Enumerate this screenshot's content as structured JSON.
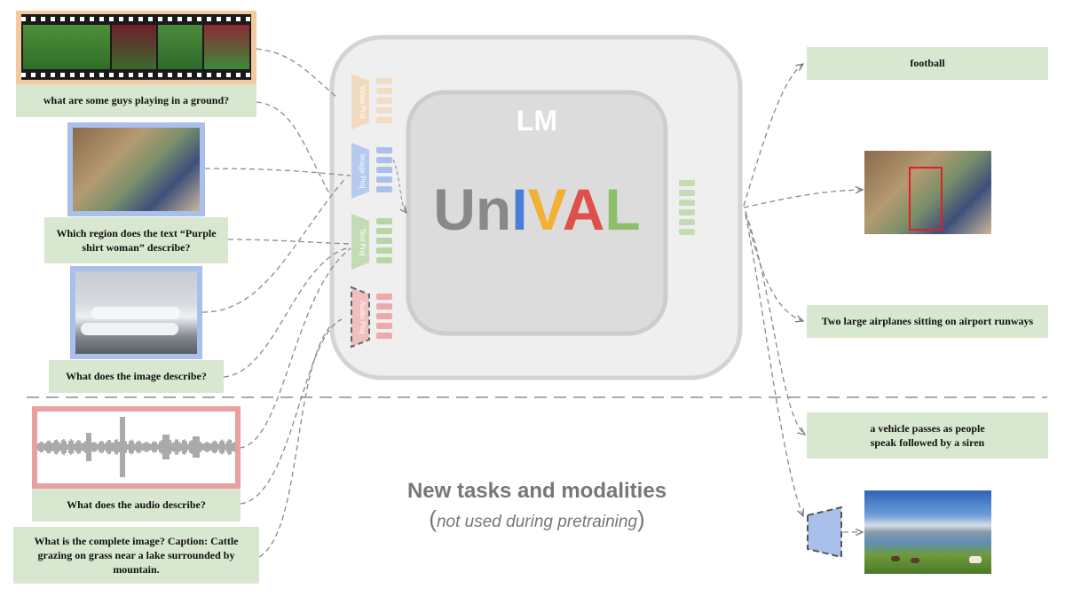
{
  "center": {
    "lm_label": "LM",
    "logo": [
      "Un",
      "I",
      "V",
      "A",
      "L"
    ],
    "logo_colors": [
      "#888888",
      "#4a7fd6",
      "#f2b035",
      "#e0504a",
      "#8cbf6a"
    ],
    "projectors": [
      "Video Proj",
      "Image Proj",
      "Text Proj",
      "Audio Proj"
    ]
  },
  "inputs": {
    "video_question": "what are some guys playing in a ground?",
    "grounding_question": "Which region does the text “Purple\nshirt woman” describe?",
    "caption_question": "What does the image describe?",
    "audio_question": "What does the audio describe?",
    "generation_prompt": "What is the complete image? Caption: Cattle\ngrazing on grass near a lake surrounded by\nmountain."
  },
  "outputs": {
    "video_answer": "football",
    "caption_answer": "Two large airplanes  sitting on airport runways",
    "audio_answer": "a vehicle passes as people\nspeak followed by a siren"
  },
  "new_tasks": {
    "title": "New tasks and modalities",
    "subtitle_open": "(",
    "subtitle": "not used during pretraining",
    "subtitle_close": ")"
  },
  "colors": {
    "text_box": "#d8e8d0",
    "video": "#f3c9a0",
    "image": "#a9c0ea",
    "text": "#b7d6a6",
    "audio": "#e8a0a0"
  }
}
